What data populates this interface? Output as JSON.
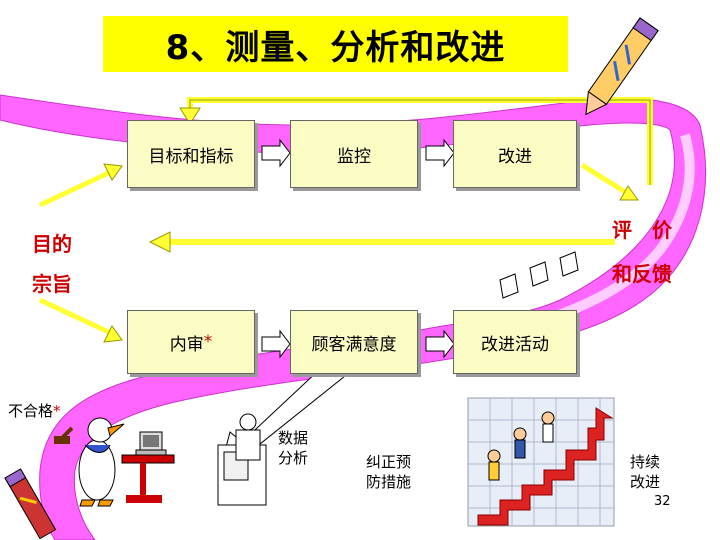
{
  "title": "8、测量、分析和改进",
  "top_row": {
    "box1": "目标和指标",
    "box2": "监控",
    "box3": "改进"
  },
  "bottom_row": {
    "box1": "内审",
    "box1_star": "*",
    "box2": "顾客满意度",
    "box3": "改进活动"
  },
  "left_labels": {
    "purpose": "目的",
    "aim": "宗旨"
  },
  "right_labels": {
    "evaluate": "评　价",
    "feedback": "和反馈"
  },
  "nonconformity": {
    "label": "不合格",
    "star": "*"
  },
  "data_analysis": {
    "line1": "数据",
    "line2": "分析"
  },
  "corrective": {
    "line1": "纠正预",
    "line2": "防措施"
  },
  "continuous": {
    "line1": "持续",
    "line2": "改进"
  },
  "page_number": "32",
  "colors": {
    "title_bg": "#ffff00",
    "box_fill": "#fbfbc4",
    "ribbon": "#ff66ff",
    "arrow": "#ffff33",
    "label_red": "#cc0000"
  }
}
